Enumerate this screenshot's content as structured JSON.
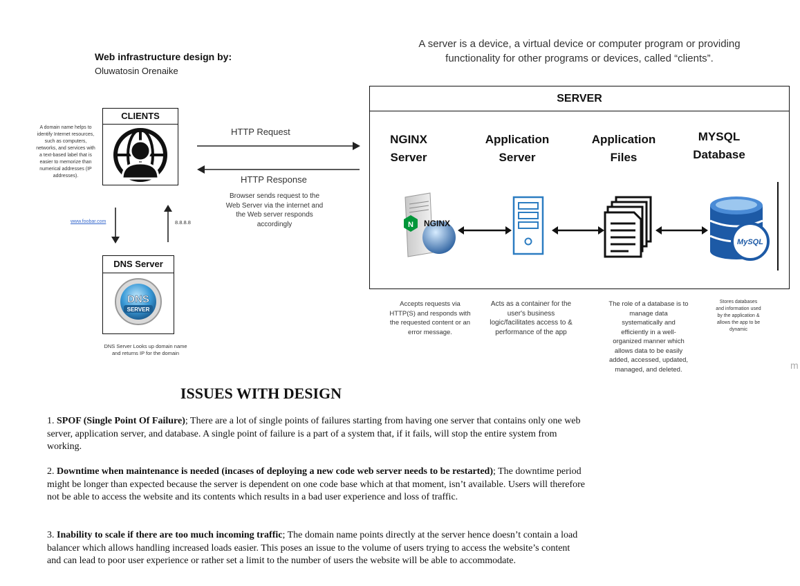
{
  "header": {
    "title": "Web infrastructure design by:",
    "author": "Oluwatosin Orenaike"
  },
  "server_definition": "A server is a device, a virtual device or computer program or providing functionality for other programs or devices, called “clients”.",
  "clients": {
    "title": "CLIENTS",
    "icon": "user-globe-icon",
    "domain_note": "A domain name helps to identify Internet resources, such as computers, networks, and services with a text-based label that is easier to memorize than numerical addresses (IP addresses).",
    "domain_link": "www.foobar.com",
    "ip_label": "8.8.8.8"
  },
  "dns": {
    "title": "DNS Server",
    "badge_line1": "DNS",
    "badge_line2": "SERVER",
    "note": "DNS Server Looks up domain name and returns IP for the domain"
  },
  "http": {
    "request": "HTTP Request",
    "response": "HTTP Response",
    "note": "Browser sends request to the Web Server via the internet and the Web server responds accordingly"
  },
  "server": {
    "title": "SERVER",
    "columns": [
      {
        "line1": "NGINX",
        "line2": "Server",
        "icon": "nginx-server-icon",
        "logo_text": "NGINX",
        "logo_letter": "N",
        "note": "Accepts requests via HTTP(S) and responds with the requested content or an error message."
      },
      {
        "line1": "Application",
        "line2": "Server",
        "icon": "app-server-icon",
        "note": "Acts as a container for the user's business logic/facilitates access to & performance of the app"
      },
      {
        "line1": "Application",
        "line2": "Files",
        "icon": "files-icon",
        "note": "The role of a database is to manage data systematically and efficiently in a well-organized manner which allows data to be easily added, accessed, updated, managed, and deleted."
      },
      {
        "line1": "MYSQL",
        "line2": "Database",
        "icon": "mysql-database-icon",
        "logo_text": "MySQL",
        "note": "Stores databases and information used by the application & allows the app to be dynamic"
      }
    ]
  },
  "watermark": "m",
  "issues": {
    "title": "ISSUES WITH DESIGN",
    "items": [
      {
        "num": "1. ",
        "heading": "SPOF (Single Point Of Failure)",
        "body": "; There are a lot of single points of failures starting from having one server that contains only one web server, application server, and database. A single point of failure is a part of a system that, if it fails, will stop the entire system from working."
      },
      {
        "num": "2. ",
        "heading": "Downtime when maintenance is needed (incases of deploying a new code web server needs to be restarted)",
        "body": "; The downtime period might be longer than expected because the server is dependent on one code base which at that moment, isn’t available. Users will therefore not be able to access the website and its contents which results in a bad user experience and loss of traffic."
      },
      {
        "num": "3. ",
        "heading": "Inability to scale if there are too much incoming traffic",
        "body": "; The domain name points directly at the server hence doesn’t contain a load balancer which allows handling increased loads easier. This poses an issue to the volume of users trying to access the website’s content and can lead to poor user experience or rather set a limit to the number of users the website will be able to accommodate."
      }
    ]
  }
}
